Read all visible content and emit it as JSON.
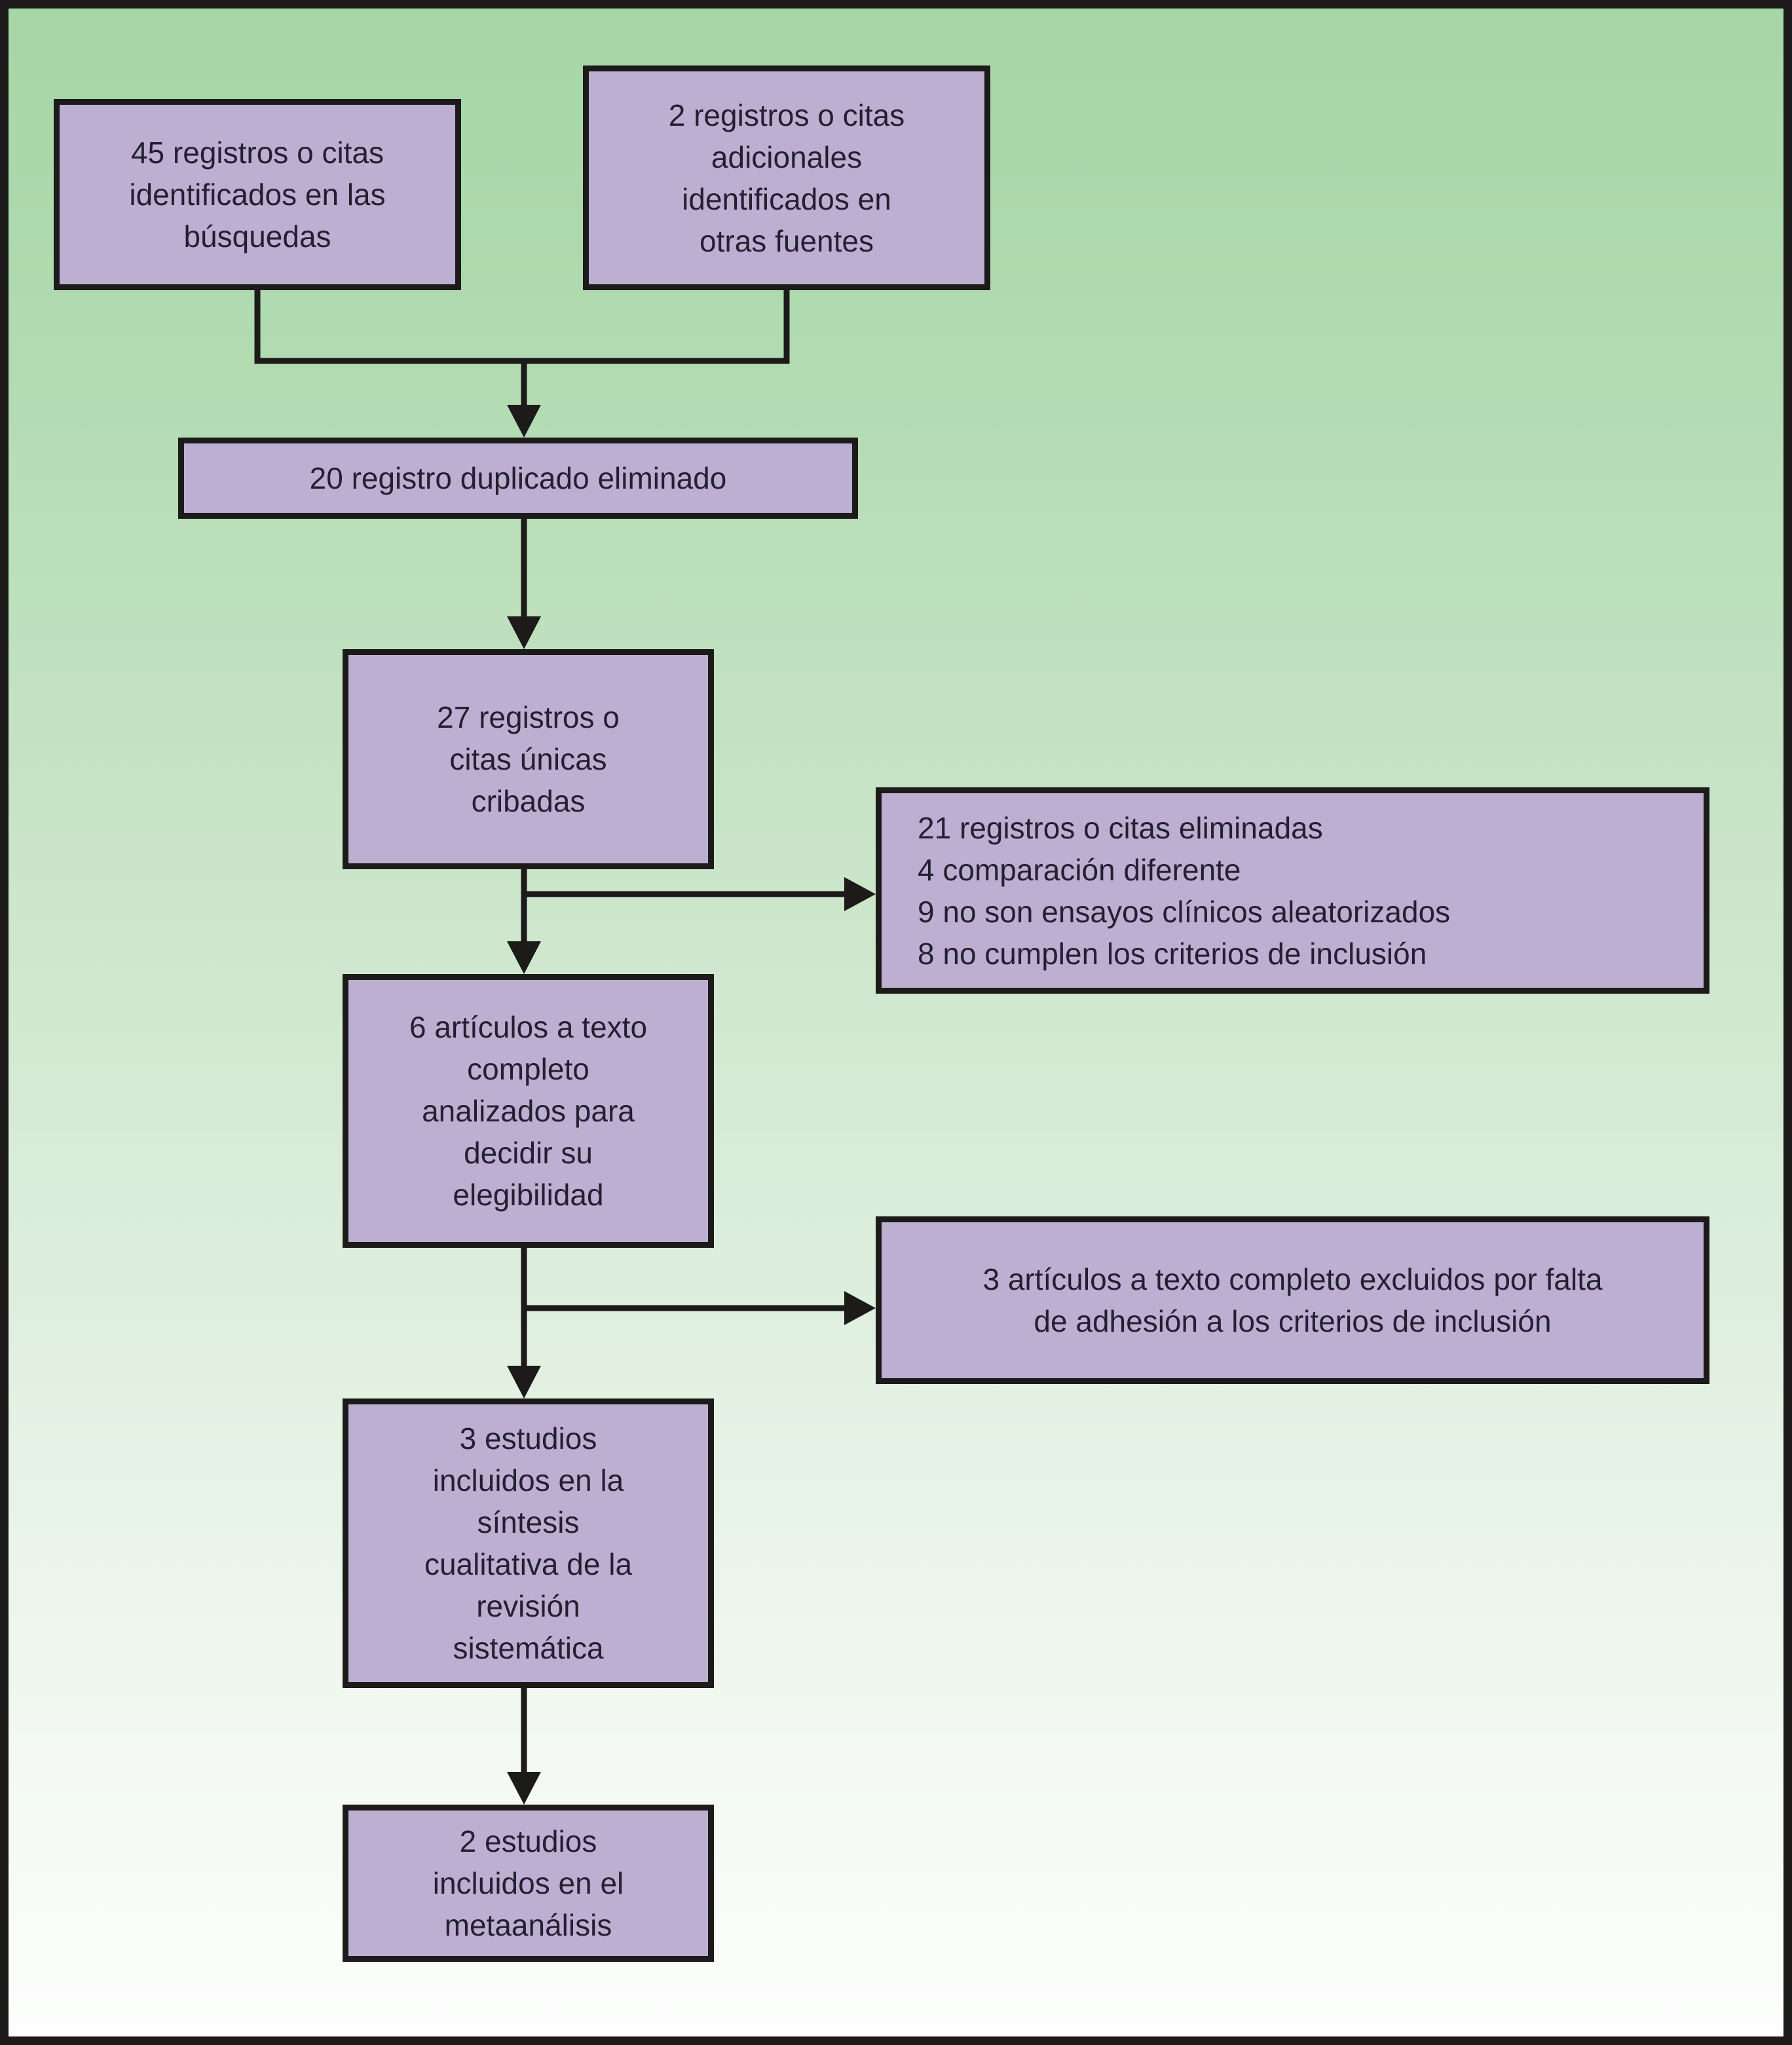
{
  "flowchart": {
    "boxes": {
      "identified_search": {
        "lines": [
          "45 registros o citas",
          "identificados en las",
          "búsquedas"
        ]
      },
      "identified_other": {
        "lines": [
          "2 registros o citas",
          "adicionales",
          "identificados en",
          "otras fuentes"
        ]
      },
      "duplicates_removed": {
        "lines": [
          "20 registro duplicado eliminado"
        ]
      },
      "screened": {
        "lines": [
          "27 registros o",
          "citas únicas",
          "cribadas"
        ]
      },
      "excluded_screening": {
        "lines": [
          "21 registros o citas eliminadas",
          "4 comparación diferente",
          "9 no son ensayos clínicos aleatorizados",
          "8 no cumplen los criterios de inclusión"
        ]
      },
      "fulltext_assessed": {
        "lines": [
          "6 artículos a texto",
          "completo",
          "analizados para",
          "decidir su",
          "elegibilidad"
        ]
      },
      "excluded_fulltext": {
        "lines": [
          "3 artículos a texto completo excluidos por falta",
          "de adhesión a los criterios de inclusión"
        ]
      },
      "qualitative_synthesis": {
        "lines": [
          "3 estudios",
          "incluidos en la",
          "síntesis",
          "cualitativa de la",
          "revisión",
          "sistemática"
        ]
      },
      "metaanalysis": {
        "lines": [
          "2 estudios",
          "incluidos en el",
          "metaanálisis"
        ]
      }
    },
    "colors": {
      "box_fill": "#bdafd2",
      "box_border": "#1c1b1a",
      "connector": "#1c1b1a",
      "text": "#241f31",
      "background_top": "#a5d6a6",
      "background_bottom": "#fdfefd",
      "outer_border": "#1c1b1a"
    }
  }
}
